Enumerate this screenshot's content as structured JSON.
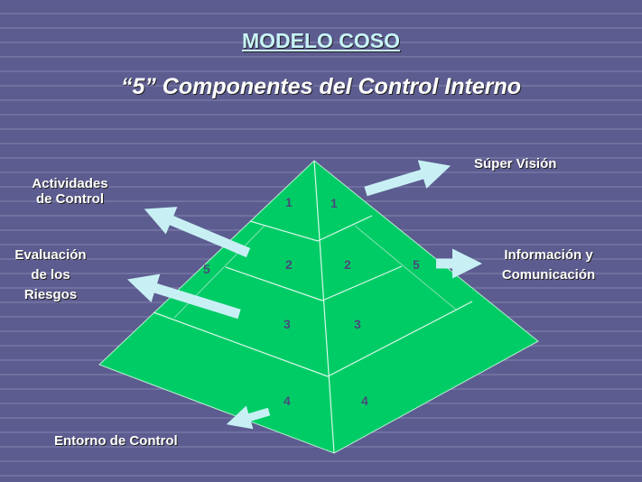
{
  "title": "MODELO COSO",
  "subtitle": "“5” Componentes del Control Interno",
  "labels": {
    "supervision": "Súper Visión",
    "actividades": [
      "Actividades",
      "de Control"
    ],
    "evaluacion": [
      "Evaluación",
      "de los",
      "Riesgos"
    ],
    "informacion": [
      "Información y",
      "Comunicación"
    ],
    "entorno": "Entorno de Control"
  },
  "numbers": {
    "one": "1",
    "two": "2",
    "three": "3",
    "four": "4",
    "five": "5"
  },
  "colors": {
    "pyramid": "#00cc66",
    "arrow": "#c8f0f4",
    "background": "#5c5c90"
  }
}
